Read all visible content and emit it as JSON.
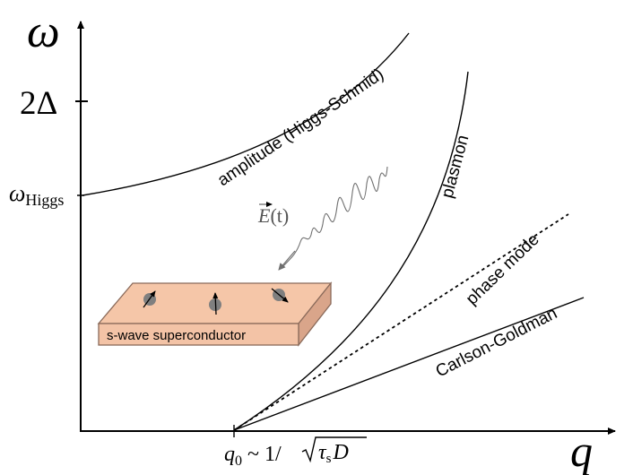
{
  "axes": {
    "y_symbol": "ω",
    "x_symbol": "q",
    "gap_tick_label": "2Δ",
    "higgs_tick_label": {
      "main": "ω",
      "sub": "Higgs"
    },
    "q0_label": {
      "q": "q",
      "sub0": "0",
      "approx": "~",
      "one": "1/",
      "tau": "τ",
      "s": "s",
      "D": "D"
    }
  },
  "curves": {
    "amplitude": "amplitude (Higgs-Schmid)",
    "plasmon": "plasmon",
    "phase": "phase mode",
    "carlson": "Carlson-Goldman"
  },
  "field": {
    "E": "E",
    "arg": "(t)"
  },
  "sample": {
    "label": "s-wave superconductor"
  },
  "colors": {
    "curve": "#000000",
    "slab_top": "#f5c6a8",
    "slab_front": "#f3c3a6",
    "slab_side": "#d9a58a",
    "slab_edge": "#8a6a5a",
    "spin": "#7f7f7f",
    "wave": "#6f6f6f"
  }
}
